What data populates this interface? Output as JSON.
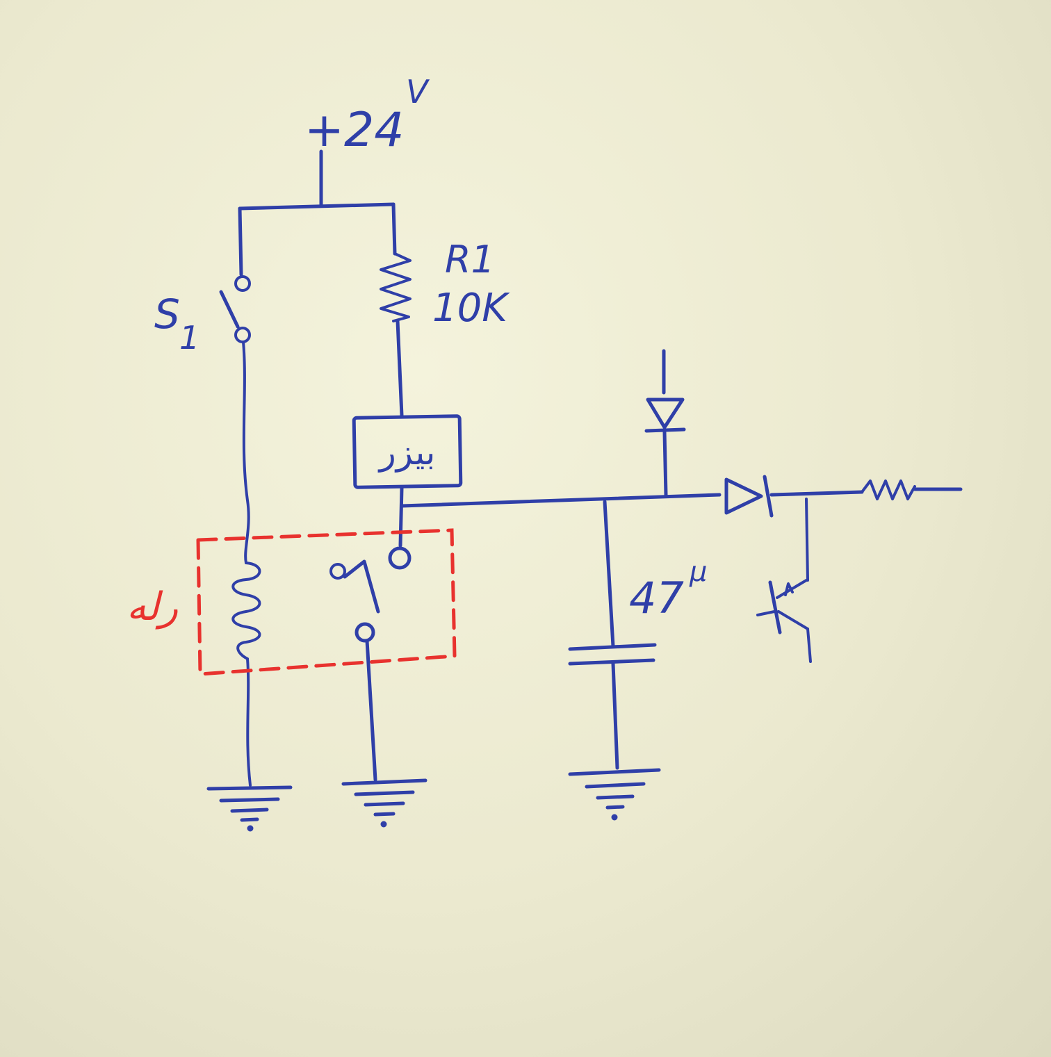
{
  "labels": {
    "supply_voltage": "+24",
    "supply_unit": "V",
    "switch_label": "S",
    "switch_subscript": "1",
    "resistor_name": "R1",
    "resistor_value": "10K",
    "buzzer_label": "بیزر",
    "relay_label": "رله",
    "capacitor_value": "47",
    "capacitor_unit": "µ"
  },
  "colors": {
    "ink": "#2f3fa8",
    "relay_outline": "#e8322e",
    "paper": "#ecebd2"
  }
}
